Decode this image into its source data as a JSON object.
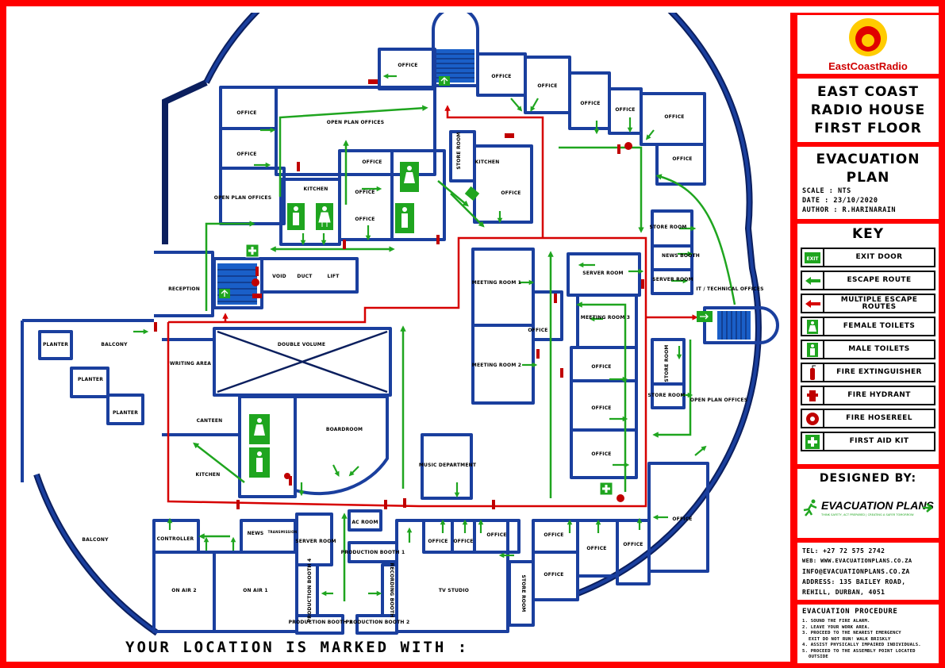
{
  "title_block": {
    "brand": "EastCoastRadio",
    "title_lines": [
      "EAST COAST",
      "RADIO HOUSE",
      "FIRST FLOOR"
    ],
    "plan_title_lines": [
      "EVACUATION",
      "PLAN"
    ],
    "scale": "SCALE : NTS",
    "date": "DATE : 23/10/2020",
    "author": "AUTHOR : R.HARINARAIN"
  },
  "key": {
    "heading": "KEY",
    "items": [
      {
        "icon": "exit-sign-icon",
        "label": "EXIT DOOR",
        "sym": "EXIT"
      },
      {
        "icon": "green-arrow-icon",
        "label": "ESCAPE ROUTE"
      },
      {
        "icon": "red-arrow-icon",
        "label": "MULTIPLE ESCAPE ROUTES"
      },
      {
        "icon": "female-toilet-icon",
        "label": "FEMALE TOILETS"
      },
      {
        "icon": "male-toilet-icon",
        "label": "MALE TOILETS"
      },
      {
        "icon": "fire-extinguisher-icon",
        "label": "FIRE EXTINGUISHER"
      },
      {
        "icon": "fire-hydrant-icon",
        "label": "FIRE HYDRANT"
      },
      {
        "icon": "fire-hosereel-icon",
        "label": "FIRE HOSEREEL"
      },
      {
        "icon": "first-aid-icon",
        "label": "FIRST AID KIT"
      }
    ]
  },
  "designer": {
    "heading": "DESIGNED BY:",
    "company": "EVACUATION PLANS",
    "tagline": "THINK SAFETY, ACT PREPARED | CREATING A SAFER TOMORROW"
  },
  "contact": {
    "tel": "TEL: +27 72 575 2742",
    "web": "WEB: WWW.EVACUATIONPLANS.CO.ZA",
    "email": "INFO@EVACUATIONPLANS.CO.ZA",
    "address1": "ADDRESS: 135 BAILEY ROAD,",
    "address2": "REHILL, DURBAN, 4051"
  },
  "procedure": {
    "heading": "EVACUATION PROCEDURE",
    "steps": [
      "1.  SOUND THE FIRE ALARM.",
      "2. LEAVE YOUR WORK AREA.",
      "3. PROCEED TO THE NEAREST EMERGENCY",
      "   EXIT DO NOT RUN! WALK BRISKLY",
      "4. ASSIST PHYSICALLY IMPAIRED INDIVIDUALS.",
      "5. PROCEED TO THE ASSEMBLY POINT LOCATED",
      "   OUTSIDE"
    ]
  },
  "location_caption": "YOUR LOCATION IS MARKED WITH :",
  "rooms": {
    "office": "OFFICE",
    "open_plan_offices": "OPEN PLAN OFFICES",
    "kitchen": "KITCHEN",
    "store_room": "STORE ROOM",
    "reception": "RECEPTION",
    "void": "VOID",
    "duct": "DUCT",
    "lift": "LIFT",
    "planter": "PLANTER",
    "balcony_upper": "BALCONY",
    "balcony_lower": "BALCONY",
    "writing_area": "WRITING AREA",
    "double_volume": "DOUBLE VOLUME",
    "canteen": "CANTEEN",
    "boardroom": "BOARDROOM",
    "meeting_room_1": "MEETING ROOM 1",
    "meeting_room_2": "MEETING ROOM 2",
    "meeting_room_3": "MEETING ROOM 3",
    "server_room": "SERVER ROOM",
    "news_booth": "NEWS BOOTH",
    "it_offices": "IT / TECHNICAL OFFICES",
    "music_department": "MUSIC DEPARTMENT",
    "controller": "CONTROLLER",
    "news": "NEWS",
    "on_air_1": "ON AIR 1",
    "on_air_2": "ON AIR 2",
    "ac_room": "AC ROOM",
    "production_booth_1": "PRODUCTION BOOTH 1",
    "production_booth_2": "PRODUCTION BOOTH 2",
    "production_booth_3": "PRODUCTION BOOTH 3",
    "production_booth_4": "PRODUCTION BOOTH 4",
    "recording_booth": "RECORDING BOOTH",
    "tv_studio": "TV STUDIO",
    "transmission": "TRANSMISSION"
  },
  "colors": {
    "wall": "#1a3f9e",
    "wall_shadow": "#0b1f5e",
    "escape_route": "#1fa51f",
    "multi_route": "#d60000",
    "frame": "#ff0000",
    "stairs": "#1a5fc8"
  }
}
